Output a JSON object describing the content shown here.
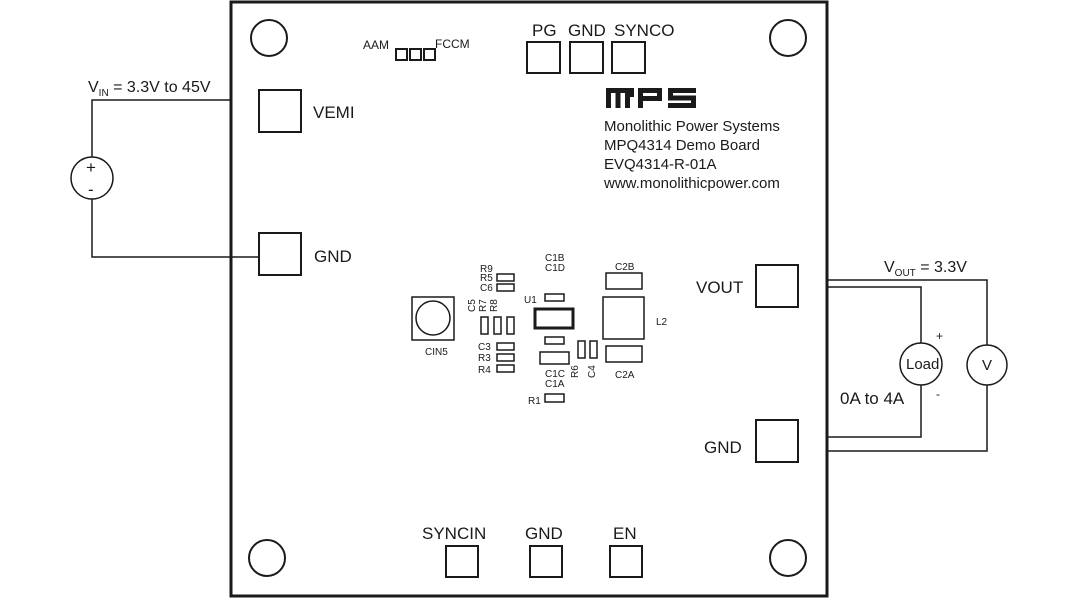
{
  "input": {
    "vin_label_main": "V",
    "vin_label_sub": "IN",
    "vin_range": " = 3.3V to 45V",
    "source_plus": "+",
    "source_minus": "-"
  },
  "output": {
    "vout_label_main": "V",
    "vout_label_sub": "OUT",
    "vout_value": " = 3.3V",
    "load_label": "Load",
    "load_plus": "+",
    "load_minus": "-",
    "meter_label": "V",
    "current_range": "0A to 4A"
  },
  "board": {
    "logo": "mps",
    "company_lines": [
      "Monolithic Power Systems",
      "MPQ4314 Demo Board",
      "EVQ4314-R-01A",
      "www.monolithicpower.com"
    ],
    "jumper_labels": {
      "aam": "AAM",
      "fccm": "FCCM"
    },
    "terminals": {
      "pg": "PG",
      "gnd_top": "GND",
      "synco": "SYNCO",
      "vemi": "VEMI",
      "gnd_left": "GND",
      "vout": "VOUT",
      "gnd_right": "GND",
      "syncin": "SYNCIN",
      "gnd_bottom": "GND",
      "en": "EN"
    },
    "components": {
      "r9": "R9",
      "r5": "R5",
      "c6": "C6",
      "c5": "C5",
      "r7": "R7",
      "r8": "R8",
      "u1": "U1",
      "c1b": "C1B",
      "c1d": "C1D",
      "c2b": "C2B",
      "l2": "L2",
      "cin5": "CIN5",
      "c3": "C3",
      "r3": "R3",
      "r4": "R4",
      "c1c": "C1C",
      "c1a": "C1A",
      "r6": "R6",
      "c4": "C4",
      "c2a": "C2A",
      "r1": "R1"
    }
  },
  "colors": {
    "line": "#1a1a1a",
    "background": "#ffffff"
  }
}
